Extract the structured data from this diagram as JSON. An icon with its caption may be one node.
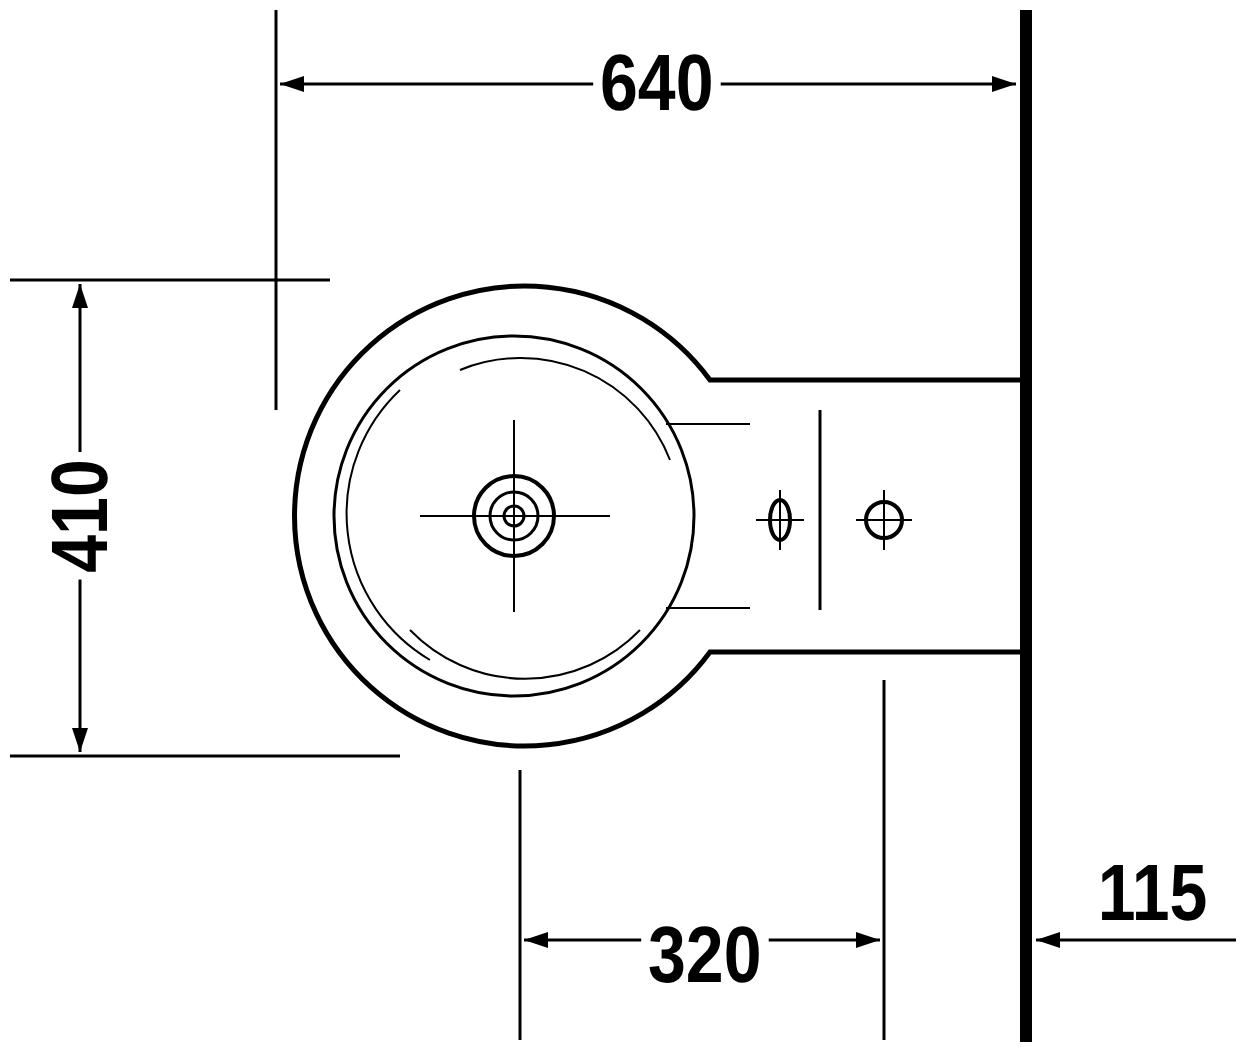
{
  "diagram": {
    "labels": [
      "640",
      "410",
      "320",
      "115"
    ]
  }
}
